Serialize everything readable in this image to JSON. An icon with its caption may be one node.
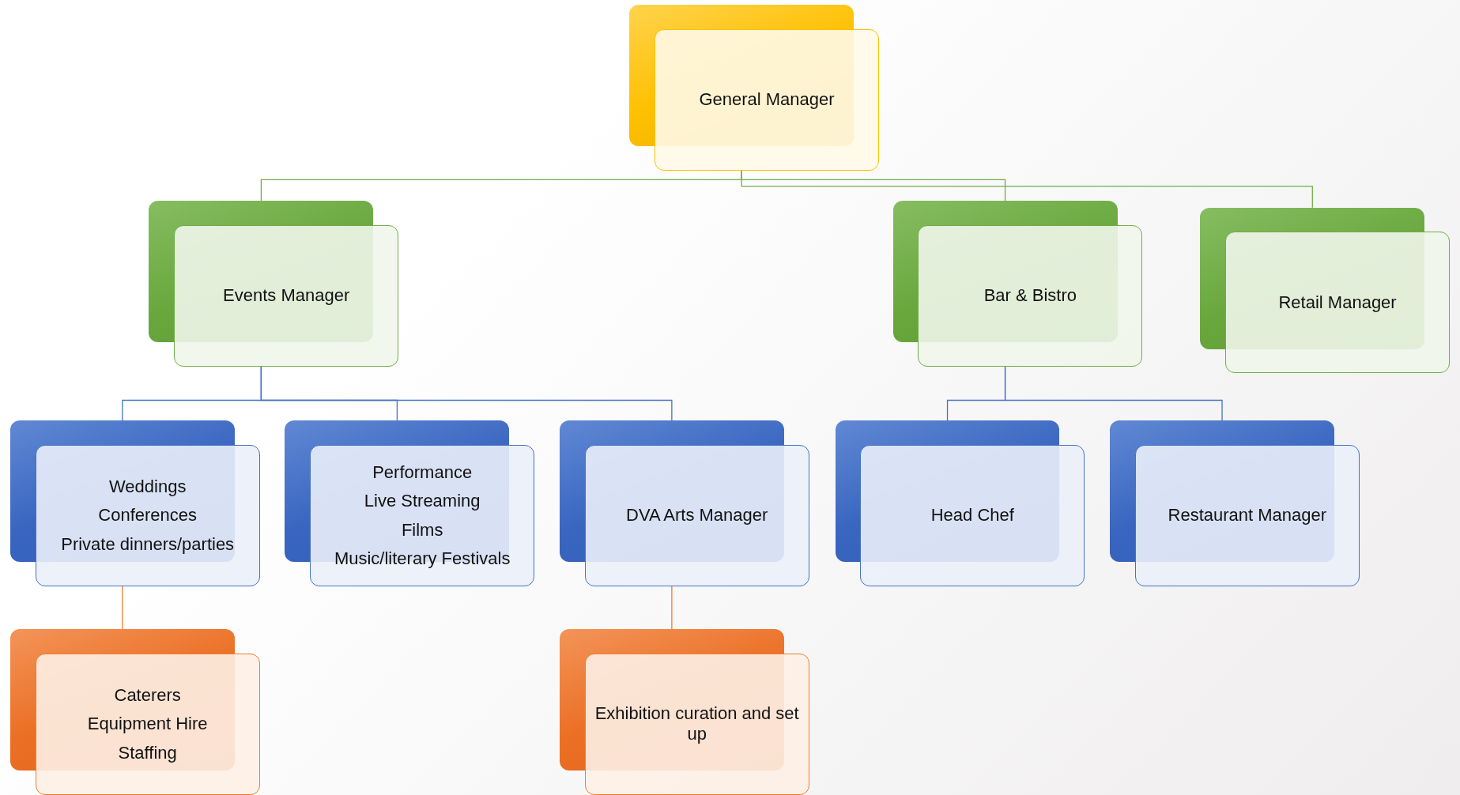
{
  "diagram": {
    "nodes": [
      {
        "text": [
          "General Manager"
        ]
      },
      {
        "text": [
          "Events Manager"
        ]
      },
      {
        "text": [
          "Bar & Bistro"
        ]
      },
      {
        "text": [
          "Retail Manager"
        ]
      },
      {
        "text": [
          "Weddings",
          "Conferences",
          "Private dinners/parties"
        ]
      },
      {
        "text": [
          "Performance",
          "Live Streaming",
          "Films",
          "Music/literary Festivals"
        ]
      },
      {
        "text": [
          "DVA Arts Manager"
        ]
      },
      {
        "text": [
          "Head Chef"
        ]
      },
      {
        "text": [
          "Restaurant Manager"
        ]
      },
      {
        "text": [
          "Caterers",
          "Equipment Hire",
          "Staffing"
        ]
      },
      {
        "text": [
          "Exhibition curation and set up"
        ]
      }
    ],
    "edges": [
      {
        "from": 0,
        "to": 1,
        "arrow": "none",
        "color": "#70ad47"
      },
      {
        "from": 0,
        "to": 2,
        "arrow": "none",
        "color": "#70ad47"
      },
      {
        "from": 0,
        "to": 3,
        "arrow": "none",
        "color": "#70ad47"
      },
      {
        "from": 1,
        "to": 4,
        "arrow": "none"
      },
      {
        "from": 1,
        "to": 5,
        "arrow": "none"
      },
      {
        "from": 1,
        "to": 6,
        "arrow": "none"
      },
      {
        "from": 2,
        "to": 7,
        "arrow": "none"
      },
      {
        "from": 2,
        "to": 8,
        "arrow": "none"
      },
      {
        "from": 4,
        "to": 9,
        "arrow": "none",
        "color": "#ed7d31"
      },
      {
        "from": 6,
        "to": 10,
        "arrow": "none",
        "color": "#ed7d31"
      }
    ]
  }
}
